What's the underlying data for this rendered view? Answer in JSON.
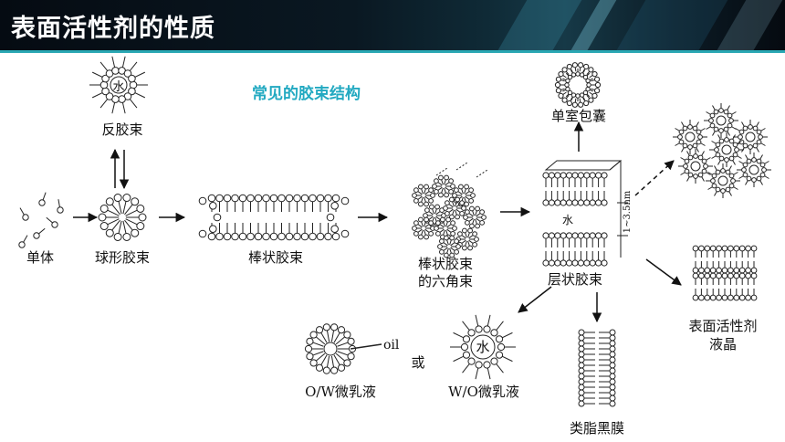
{
  "header": {
    "title": "表面活性剂的性质"
  },
  "diagram": {
    "heading": "常见的胶束结构",
    "labels": {
      "monomer": "单体",
      "spherical_micelle": "球形胶束",
      "reverse_micelle": "反胶束",
      "water_char": "水",
      "rod_micelle": "棒状胶束",
      "hex_bundle_line1": "棒状胶束",
      "hex_bundle_line2": "的六角束",
      "lamellar_micelle": "层状胶束",
      "unilamellar_vesicle": "单室包囊",
      "spacing": "1~3.5nm",
      "liquid_crystal_line1": "表面活性剂",
      "liquid_crystal_line2": "液晶",
      "bilayer_membrane": "类脂黑膜",
      "ow_microemulsion": "O/W微乳液",
      "oil": "oil",
      "or": "或",
      "wo_microemulsion": "W/O微乳液"
    }
  }
}
